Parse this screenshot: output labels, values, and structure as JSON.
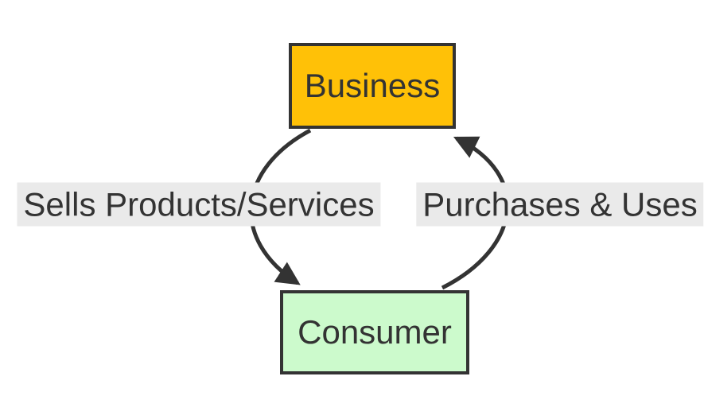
{
  "diagram": {
    "type": "flowchart-cycle",
    "background_color": "#FFFFFF",
    "line_color": "#333333",
    "text_color": "#333333",
    "edge_label_background": "#EAEAEA",
    "nodes": [
      {
        "id": "business",
        "label": "Business",
        "fill": "#FFC107",
        "border_color": "#333333"
      },
      {
        "id": "consumer",
        "label": "Consumer",
        "fill": "#CCFACC",
        "border_color": "#333333"
      }
    ],
    "edges": [
      {
        "from": "business",
        "to": "consumer",
        "label": "Sells Products/Services"
      },
      {
        "from": "consumer",
        "to": "business",
        "label": "Purchases & Uses"
      }
    ]
  }
}
